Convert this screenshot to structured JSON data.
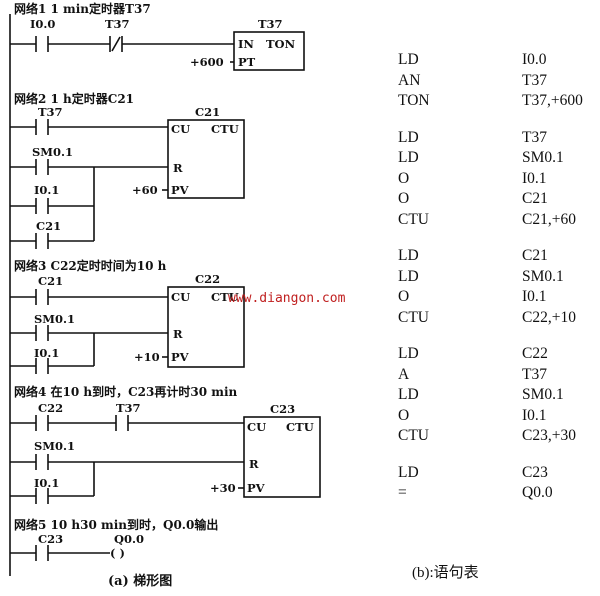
{
  "ladder": {
    "networks": [
      {
        "title": "网络1  1 min定时器T37"
      },
      {
        "title": "网络2  1 h定时器C21"
      },
      {
        "title": "网络3  C22定时时间为10 h"
      },
      {
        "title": "网络4  在10 h到时，C23再计时30 min"
      },
      {
        "title": "网络5  10 h30 min到时，Q0.0输出"
      }
    ],
    "contacts": {
      "n1_i00": "I0.0",
      "n1_t37": "T37",
      "n2_t37": "T37",
      "n2_sm01": "SM0.1",
      "n2_i01": "I0.1",
      "n2_c21": "C21",
      "n3_c21": "C21",
      "n3_sm01": "SM0.1",
      "n3_i01": "I0.1",
      "n4_c22": "C22",
      "n4_t37": "T37",
      "n4_sm01": "SM0.1",
      "n4_i01": "I0.1",
      "n5_c23": "C23",
      "n5_q00": "Q0.0",
      "n5_coil": "(   )"
    },
    "blocks": {
      "t37": {
        "name": "T37",
        "in": "IN",
        "type": "TON",
        "pt": "PT",
        "preset": "+600"
      },
      "c21": {
        "name": "C21",
        "cu": "CU",
        "type": "CTU",
        "r": "R",
        "pv": "PV",
        "preset": "+60"
      },
      "c22": {
        "name": "C22",
        "cu": "CU",
        "type": "CTU",
        "r": "R",
        "pv": "PV",
        "preset": "+10"
      },
      "c23": {
        "name": "C23",
        "cu": "CU",
        "type": "CTU",
        "r": "R",
        "pv": "PV",
        "preset": "+30"
      }
    },
    "caption": "(a) 梯形图",
    "watermark": "www.diangon.com"
  },
  "statement_list": {
    "groups": [
      [
        {
          "op": "LD",
          "arg": "I0.0"
        },
        {
          "op": "AN",
          "arg": "T37"
        },
        {
          "op": "TON",
          "arg": "T37,+600"
        }
      ],
      [
        {
          "op": "LD",
          "arg": "T37"
        },
        {
          "op": "LD",
          "arg": "SM0.1"
        },
        {
          "op": "O",
          "arg": "I0.1"
        },
        {
          "op": "O",
          "arg": "C21"
        },
        {
          "op": "CTU",
          "arg": "C21,+60"
        }
      ],
      [
        {
          "op": "LD",
          "arg": "C21"
        },
        {
          "op": "LD",
          "arg": "SM0.1"
        },
        {
          "op": "O",
          "arg": "I0.1"
        },
        {
          "op": "CTU",
          "arg": "C22,+10"
        }
      ],
      [
        {
          "op": "LD",
          "arg": "C22"
        },
        {
          "op": "A",
          "arg": "T37"
        },
        {
          "op": "LD",
          "arg": "SM0.1"
        },
        {
          "op": "O",
          "arg": "I0.1"
        },
        {
          "op": "CTU",
          "arg": "C23,+30"
        }
      ],
      [
        {
          "op": "LD",
          "arg": "C23"
        },
        {
          "op": "=",
          "arg": "Q0.0"
        }
      ]
    ],
    "caption": "(b):语句表"
  }
}
